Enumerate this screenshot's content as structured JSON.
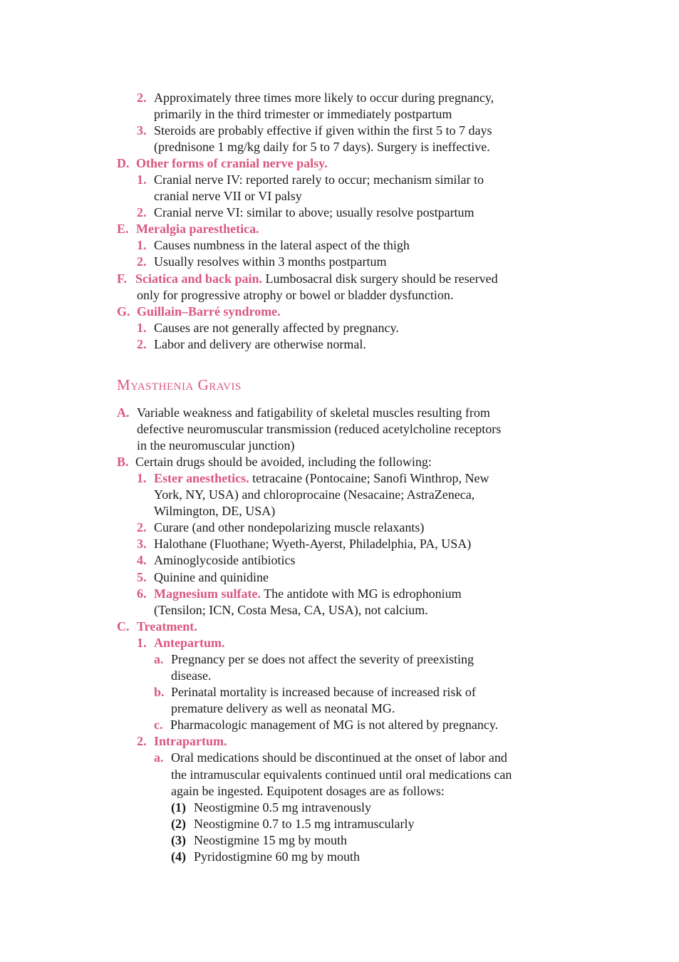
{
  "colors": {
    "accent": "#d9577f",
    "text": "#1a1a1a"
  },
  "top": {
    "i2_num": "2.",
    "i2_l1": "Approximately three times more likely to occur during pregnancy,",
    "i2_l2": "primarily in the third trimester or immediately postpartum",
    "i3_num": "3.",
    "i3_l1": "Steroids are probably effective if given within the first 5 to 7 days",
    "i3_l2": "(prednisone 1 mg/kg daily for 5 to 7 days). Surgery is ineffective.",
    "D_mark": "D.",
    "D_title": "Other forms of cranial nerve palsy.",
    "D1_num": "1.",
    "D1_l1": "Cranial nerve IV: reported rarely to occur; mechanism similar to",
    "D1_l2": "cranial nerve VII or VI palsy",
    "D2_num": "2.",
    "D2_l1": "Cranial nerve VI: similar to above; usually resolve postpartum",
    "E_mark": "E.",
    "E_title": "Meralgia paresthetica.",
    "E1_num": "1.",
    "E1_l1": "Causes numbness in the lateral aspect of the thigh",
    "E2_num": "2.",
    "E2_l1": "Usually resolves within 3 months postpartum",
    "F_mark": "F.",
    "F_title": "Sciatica and back pain.",
    "F_l1": " Lumbosacral disk surgery should be reserved",
    "F_l2": "only for progressive atrophy or bowel or bladder dysfunction.",
    "G_mark": "G.",
    "G_title": "Guillain–Barré syndrome.",
    "G1_num": "1.",
    "G1_l1": "Causes are not generally affected by pregnancy.",
    "G2_num": "2.",
    "G2_l1": "Labor and delivery are otherwise normal."
  },
  "mg": {
    "heading": "Myasthenia Gravis",
    "A_mark": "A.",
    "A_l1": "Variable weakness and fatigability of skeletal muscles resulting from",
    "A_l2": "defective neuromuscular transmission (reduced acetylcholine receptors",
    "A_l3": "in the neuromuscular junction)",
    "B_mark": "B.",
    "B_l1": "Certain drugs should be avoided, including the following:",
    "B1_num": "1.",
    "B1_title": "Ester anesthetics.",
    "B1_l1": " tetracaine (Pontocaine; Sanofi Winthrop, New",
    "B1_l2": "York, NY, USA) and chloroprocaine (Nesacaine; AstraZeneca,",
    "B1_l3": "Wilmington, DE, USA)",
    "B2_num": "2.",
    "B2_l1": "Curare (and other nondepolarizing muscle relaxants)",
    "B3_num": "3.",
    "B3_l1": "Halothane (Fluothane; Wyeth-Ayerst, Philadelphia, PA, USA)",
    "B4_num": "4.",
    "B4_l1": "Aminoglycoside antibiotics",
    "B5_num": "5.",
    "B5_l1": "Quinine and quinidine",
    "B6_num": "6.",
    "B6_title": "Magnesium sulfate.",
    "B6_l1": " The antidote with MG is edrophonium",
    "B6_l2": "(Tensilon; ICN, Costa Mesa, CA, USA), not calcium.",
    "C_mark": "C.",
    "C_title": "Treatment.",
    "C1_num": "1.",
    "C1_title": "Antepartum.",
    "C1a_mark": "a.",
    "C1a_l1": "Pregnancy per se does not affect the severity of preexisting",
    "C1a_l2": "disease.",
    "C1b_mark": "b.",
    "C1b_l1": "Perinatal mortality is increased because of increased risk of",
    "C1b_l2": "premature delivery as well as neonatal MG.",
    "C1c_mark": "c.",
    "C1c_l1": "Pharmacologic management of MG is not altered by pregnancy.",
    "C2_num": "2.",
    "C2_title": "Intrapartum.",
    "C2a_mark": "a.",
    "C2a_l1": "Oral medications should be discontinued at the onset of labor and",
    "C2a_l2": "the intramuscular equivalents continued until oral medications can",
    "C2a_l3": "again be ingested. Equipotent dosages are as follows:",
    "d1_mark": "(1)",
    "d1_l1": "Neostigmine 0.5 mg intravenously",
    "d2_mark": "(2)",
    "d2_l1": "Neostigmine 0.7 to 1.5 mg intramuscularly",
    "d3_mark": "(3)",
    "d3_l1": "Neostigmine 15 mg by mouth",
    "d4_mark": "(4)",
    "d4_l1": "Pyridostigmine 60 mg by mouth"
  }
}
